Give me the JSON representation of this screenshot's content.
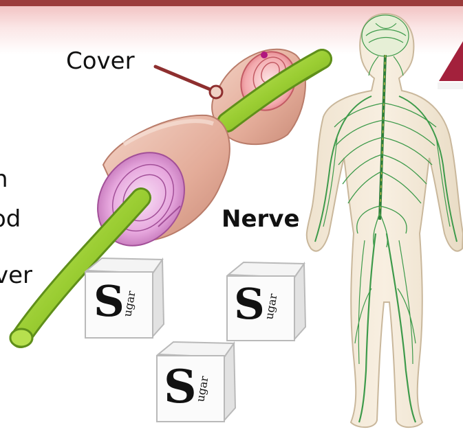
{
  "labels": {
    "cover": "Cover",
    "nerve": "Nerve",
    "cut_1": "n",
    "cut_2": "od",
    "cut_3": "ver"
  },
  "sugar_cubes": [
    {
      "big_letter": "S",
      "small_text": "ugar"
    },
    {
      "big_letter": "S",
      "small_text": "ugar"
    },
    {
      "big_letter": "S",
      "small_text": "ugar"
    }
  ],
  "colors": {
    "header_bar": "#9b3b3b",
    "nerve_fiber": "#9acd32",
    "nerve_cover": "#e7b6a8",
    "body_nerves": "#3d9a4a"
  },
  "icons": [
    "nerve-fiber-illustration",
    "sugar-cube-icon",
    "human-nervous-system-figure",
    "logo-triangle-icon"
  ]
}
